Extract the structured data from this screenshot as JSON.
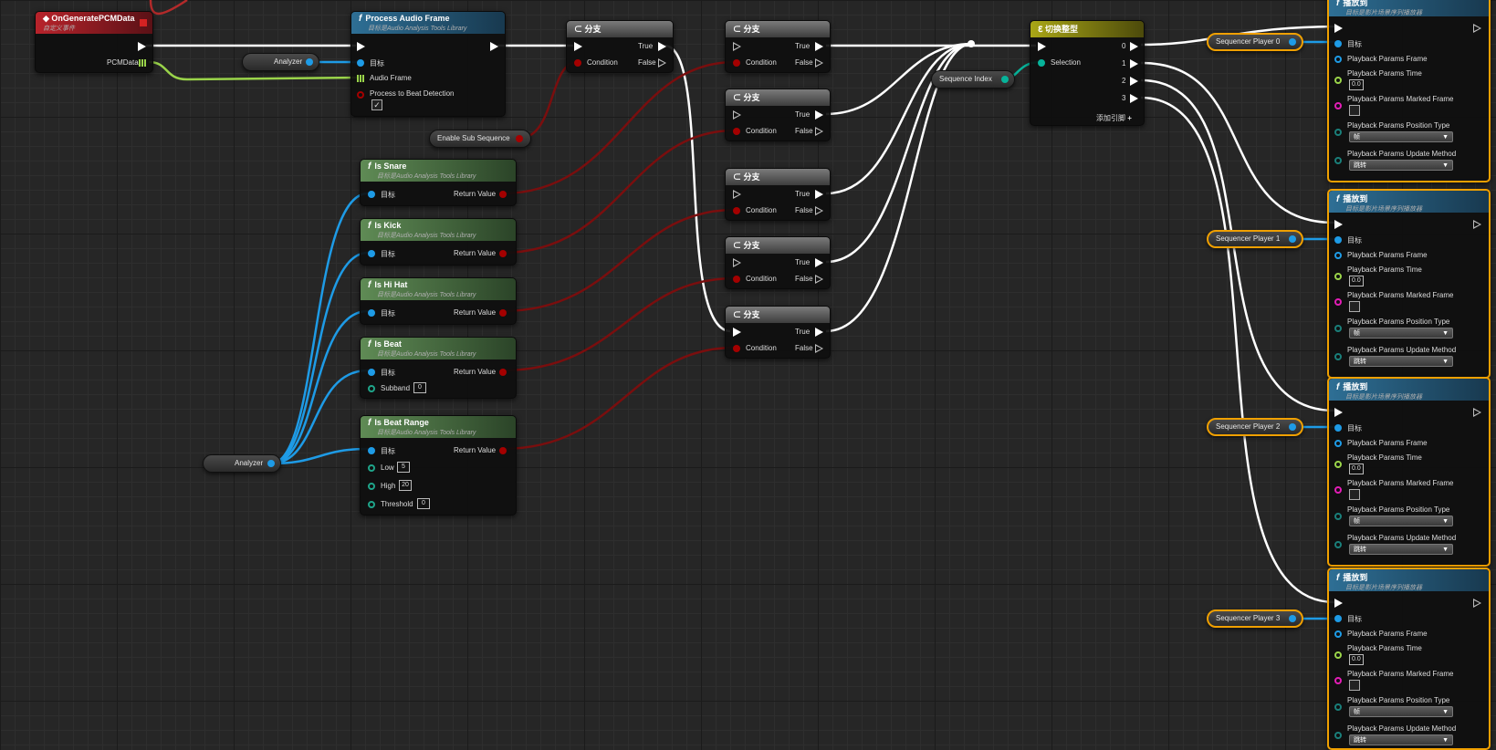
{
  "nodes": {
    "event": {
      "title": "OnGeneratePCMData",
      "subtitle": "自定义事件",
      "pin_pcm": "PCMData"
    },
    "process": {
      "title": "Process Audio Frame",
      "subtitle": "目标是Audio Analysis Tools Library",
      "pin_target": "目标",
      "pin_audio": "Audio Frame",
      "pin_beat": "Process to Beat Detection"
    },
    "branch": {
      "title": "分支",
      "pin_true": "True",
      "pin_false": "False",
      "pin_cond": "Condition"
    },
    "snare": {
      "title": "Is Snare",
      "subtitle": "目标是Audio Analysis Tools Library"
    },
    "kick": {
      "title": "Is Kick",
      "subtitle": "目标是Audio Analysis Tools Library"
    },
    "hihat": {
      "title": "Is Hi Hat",
      "subtitle": "目标是Audio Analysis Tools Library"
    },
    "beat": {
      "title": "Is Beat",
      "subtitle": "目标是Audio Analysis Tools Library",
      "pin_subband": "Subband",
      "subband_value": "0"
    },
    "range": {
      "title": "Is Beat Range",
      "subtitle": "目标是Audio Analysis Tools Library",
      "pin_low": "Low",
      "low_value": "5",
      "pin_high": "High",
      "high_value": "20",
      "pin_threshold": "Threshold",
      "threshold_value": "0"
    },
    "common": {
      "pin_target": "目标",
      "pin_return": "Return Value"
    },
    "switch": {
      "title": "切换整型",
      "pin_selection": "Selection",
      "outputs": [
        "0",
        "1",
        "2",
        "3"
      ],
      "add_pin": "添加引脚"
    },
    "play": {
      "title": "播放到",
      "subtitle": "目标是影片场景序列播放器",
      "pin_target": "目标",
      "pin_frame": "Playback Params Frame",
      "pin_time": "Playback Params Time",
      "time_value": "0.0",
      "pin_marked": "Playback Params Marked Frame",
      "pin_position": "Playback Params Position Type",
      "position_value": "帧",
      "pin_update": "Playback Params Update Method",
      "update_value": "跳转"
    }
  },
  "getters": {
    "analyzer": "Analyzer",
    "enable_sub": "Enable Sub Sequence",
    "sequence_index": "Sequence Index",
    "players": [
      "Sequencer Player 0",
      "Sequencer Player 1",
      "Sequencer Player 2",
      "Sequencer Player 3"
    ]
  }
}
